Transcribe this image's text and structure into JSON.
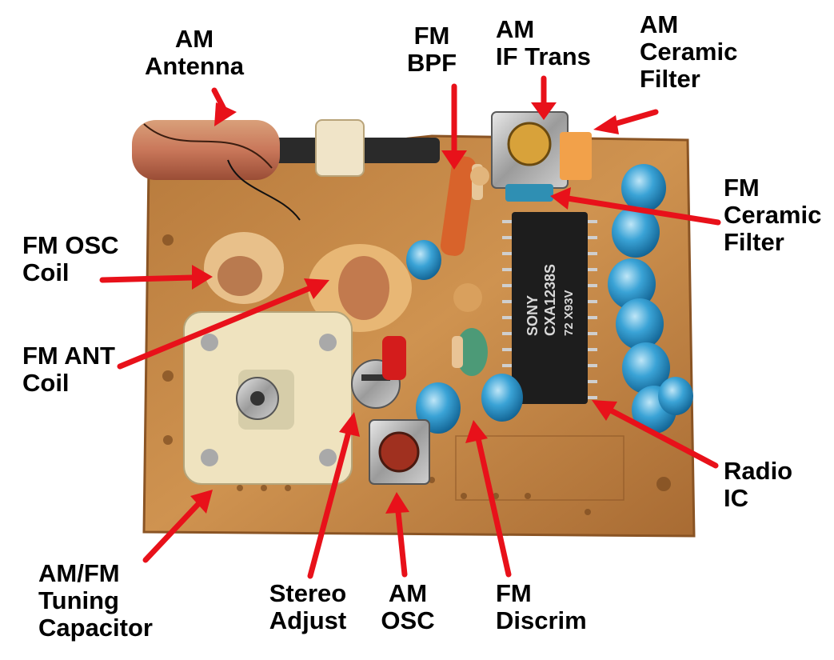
{
  "colors": {
    "background": "#ffffff",
    "board": "#c98a45",
    "arrow": "#e8111a",
    "label_text": "#000000"
  },
  "labels": {
    "am_antenna": [
      "AM",
      "Antenna"
    ],
    "fm_bpf": [
      "FM",
      "BPF"
    ],
    "am_if_trans": [
      "AM",
      "IF Trans"
    ],
    "am_ceramic_filter": [
      "AM",
      "Ceramic",
      "Filter"
    ],
    "fm_ceramic_filter": [
      "FM",
      "Ceramic",
      "Filter"
    ],
    "fm_osc_coil": [
      "FM OSC",
      "Coil"
    ],
    "fm_ant_coil": [
      "FM ANT",
      "Coil"
    ],
    "radio_ic": [
      "Radio",
      "IC"
    ],
    "am_fm_tuning_capacitor": [
      "AM/FM",
      "Tuning",
      "Capacitor"
    ],
    "stereo_adjust": [
      "Stereo",
      "Adjust"
    ],
    "am_osc": [
      "AM",
      "OSC"
    ],
    "fm_discrim": [
      "FM",
      "Discrim"
    ]
  },
  "chip_text": {
    "brand": "SONY",
    "part": "CXA1238S",
    "code": "72 X93V"
  }
}
